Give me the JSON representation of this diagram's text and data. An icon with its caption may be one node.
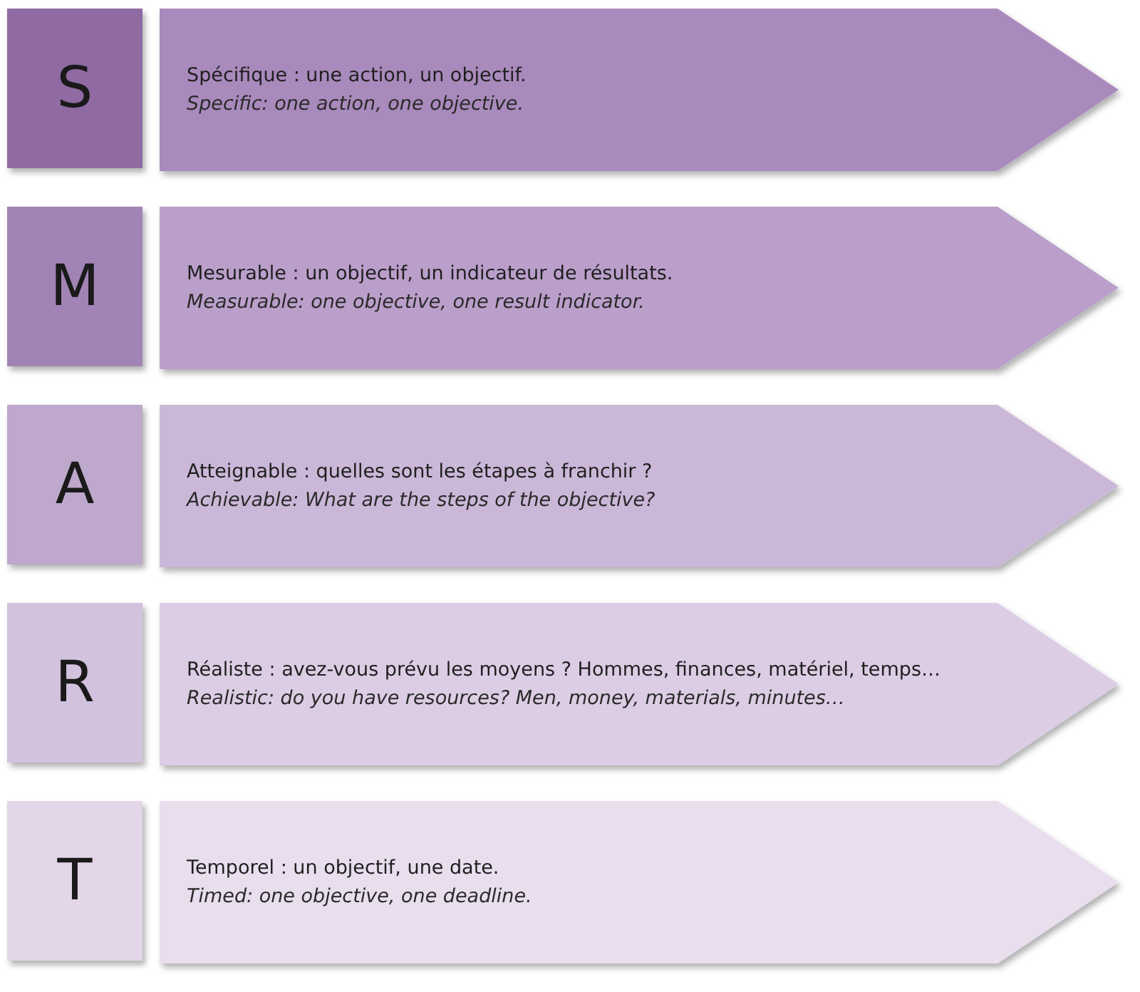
{
  "diagram": {
    "nodes": [
      {
        "text": [
          "S"
        ]
      },
      {
        "text": [
          "Spécifique : une action, un objectif.",
          "Specific: one action, one objective."
        ]
      },
      {
        "text": [
          "M"
        ]
      },
      {
        "text": [
          "Mesurable : un objectif, un indicateur de résultats.",
          "Measurable: one objective, one result indicator."
        ]
      },
      {
        "text": [
          "A"
        ]
      },
      {
        "text": [
          "Atteignable : quelles sont les étapes à franchir ?",
          "Achievable: What are the steps of the objective?"
        ]
      },
      {
        "text": [
          "R"
        ]
      },
      {
        "text": [
          "Réaliste : avez-vous prévu les moyens ? Hommes, finances, matériel, temps…",
          "Realistic: do you have resources? Men, money, materials, minutes…"
        ]
      },
      {
        "text": [
          "T"
        ]
      },
      {
        "text": [
          "Temporel : un objectif, une date.",
          "Timed: one objective, one deadline."
        ]
      }
    ]
  }
}
